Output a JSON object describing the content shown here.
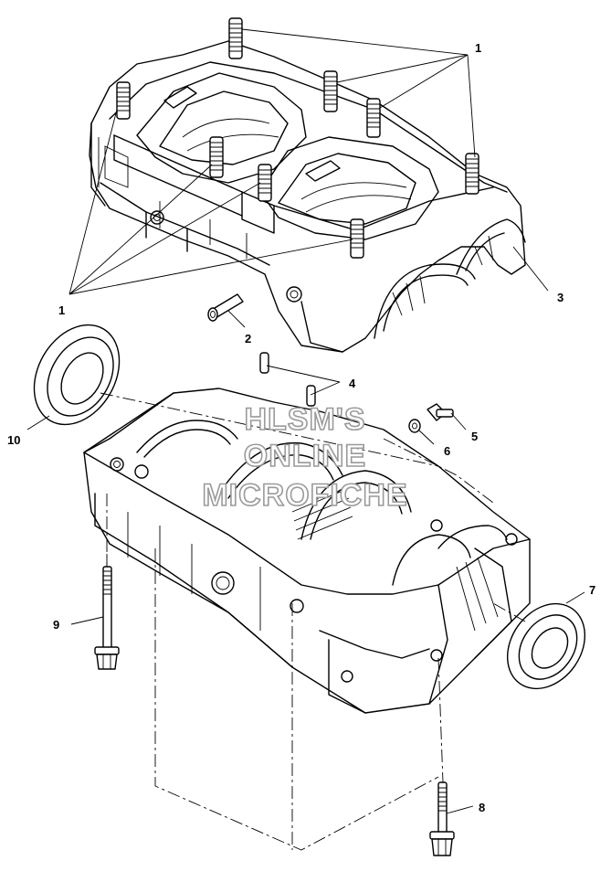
{
  "callouts": {
    "c1_top": "1",
    "c1_left": "1",
    "c2": "2",
    "c3": "3",
    "c4": "4",
    "c5": "5",
    "c6": "6",
    "c7": "7",
    "c8": "8",
    "c9": "9",
    "c10": "10"
  },
  "watermark": {
    "line1": "HLSM'S",
    "line2": "ONLINE",
    "line3": "MICROFICHE"
  }
}
